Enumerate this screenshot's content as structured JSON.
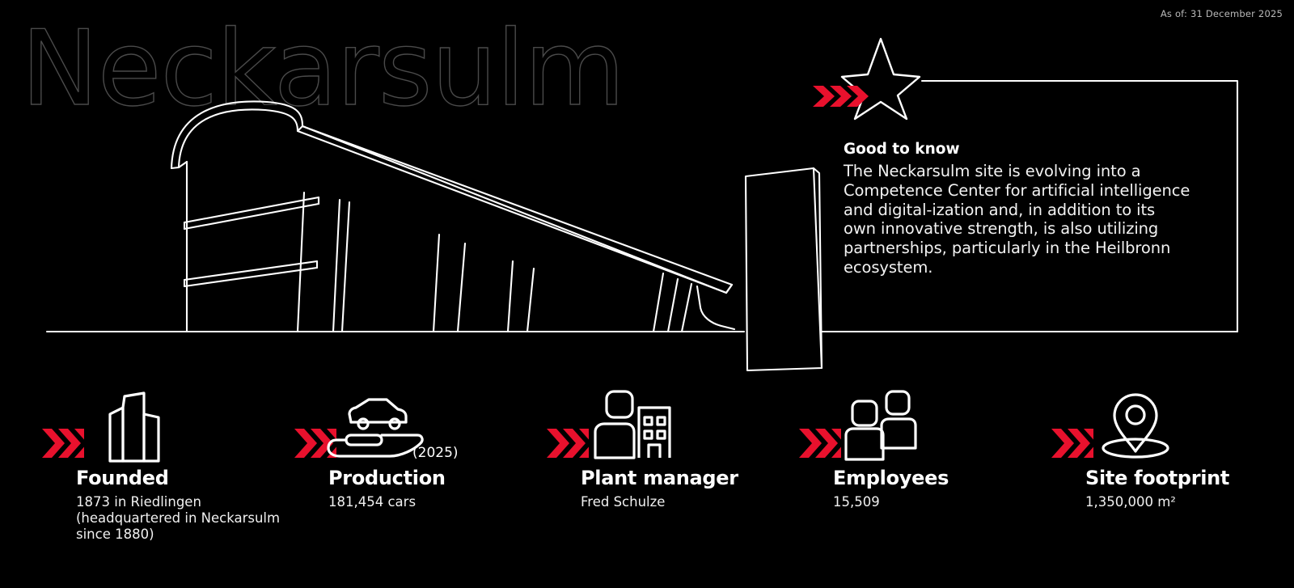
{
  "meta": {
    "as_of": "As of: 31 December 2025",
    "headline": "Neckarsulm",
    "accent_red": "#E8112D",
    "outline_gray": "#4a4a4a",
    "background": "#000000",
    "line_white": "#ffffff"
  },
  "good_to_know": {
    "title": "Good to know",
    "body": "The Neckarsulm site is evolving into a Competence Center for artificial intelligence and digital-ization and, in addition to its own innovative strength, is also utilizing partnerships, particularly in the Heilbronn ecosystem."
  },
  "stats": [
    {
      "id": "founded",
      "icon": "buildings-icon",
      "title": "Founded",
      "value": "1873 in Riedlingen\n(headquartered in Neckarsulm\nsince 1880)",
      "year_note": ""
    },
    {
      "id": "production",
      "icon": "car-in-hand-icon",
      "title": "Production",
      "value": "181,454 cars",
      "year_note": "(2025)"
    },
    {
      "id": "plant-manager",
      "icon": "person-building-icon",
      "title": "Plant manager",
      "value": "Fred Schulze",
      "year_note": ""
    },
    {
      "id": "employees",
      "icon": "two-people-icon",
      "title": "Employees",
      "value": "15,509",
      "year_note": ""
    },
    {
      "id": "site-footprint",
      "icon": "map-pin-icon",
      "title": "Site footprint",
      "value": "1,350,000 m²",
      "year_note": ""
    }
  ]
}
